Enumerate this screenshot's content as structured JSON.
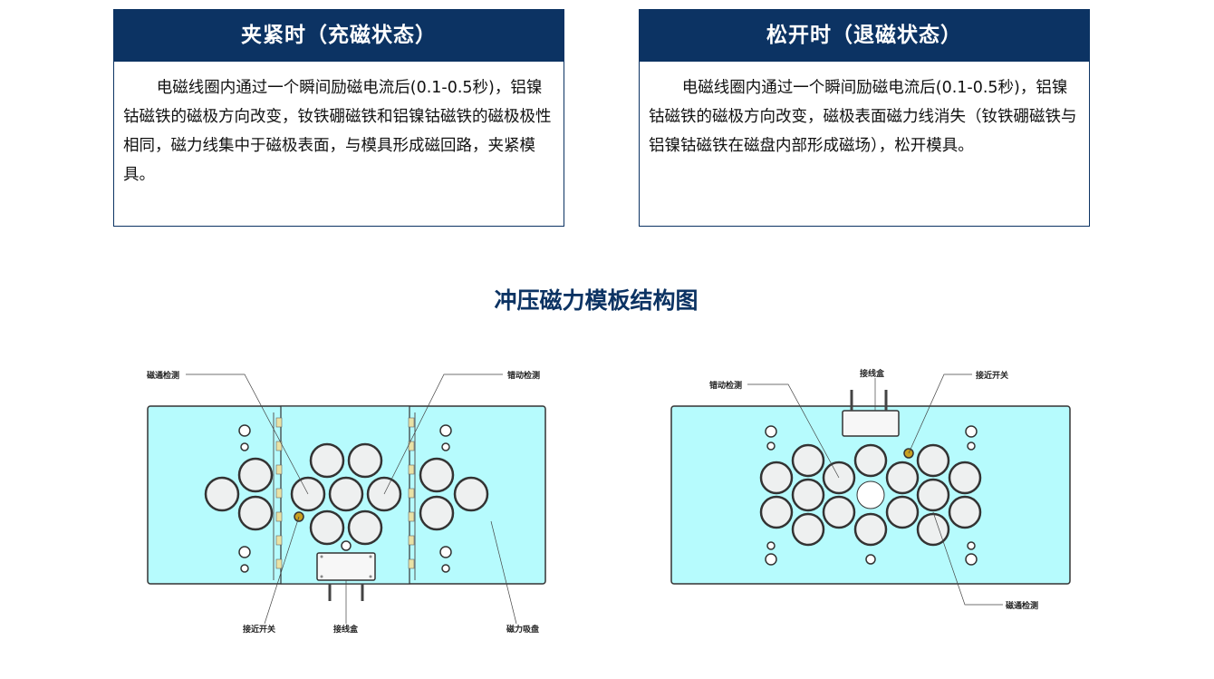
{
  "cards": [
    {
      "title": "夹紧时（充磁状态）",
      "body": "电磁线圈内通过一个瞬间励磁电流后(0.1-0.5秒)，铝镍钴磁铁的磁极方向改变，钕铁硼磁铁和铝镍钴磁铁的磁极极性相同，磁力线集中于磁极表面，与模具形成磁回路，夹紧模具。"
    },
    {
      "title": "松开时（退磁状态）",
      "body": "电磁线圈内通过一个瞬间励磁电流后(0.1-0.5秒)，铝镍钴磁铁的磁极方向改变，磁极表面磁力线消失（钕铁硼磁铁与铝镍钴磁铁在磁盘内部形成磁场），松开模具。"
    }
  ],
  "section_title": "冲压磁力模板结构图",
  "diagram_left": {
    "labels": {
      "flux_detect": "磁通检测",
      "displacement_detect": "错动检测",
      "proximity_switch": "接近开关",
      "junction_box": "接线盒",
      "magnetic_chuck": "磁力吸盘"
    }
  },
  "diagram_right": {
    "labels": {
      "displacement_detect": "错动检测",
      "junction_box": "接线盒",
      "proximity_switch": "接近开关",
      "flux_detect": "磁通检测"
    }
  },
  "colors": {
    "accent": "#0c3363",
    "plate": "#b6fbfd"
  }
}
